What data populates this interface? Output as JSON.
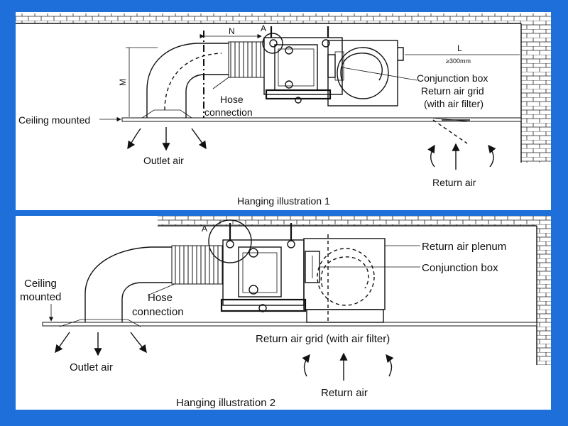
{
  "illustration1": {
    "caption": "Hanging illustration 1",
    "labels": {
      "ceiling_mounted": "Ceiling mounted",
      "outlet_air": "Outlet air",
      "hose_connection_1": "Hose",
      "hose_connection_2": "connection",
      "conjunction_box": "Conjunction box",
      "return_air_grid": "Return air grid",
      "air_filter": "(with air filter)",
      "return_air": "Return air",
      "dim_n": "N",
      "dim_a": "A",
      "dim_m": "M",
      "dim_l": "L",
      "dim_300": "≥300mm"
    }
  },
  "illustration2": {
    "caption": "Hanging illustration 2",
    "labels": {
      "ceiling_1": "Ceiling",
      "ceiling_2": "mounted",
      "outlet_air": "Outlet air",
      "hose_connection_1": "Hose",
      "hose_connection_2": "connection",
      "return_air_plenum": "Return air plenum",
      "conjunction_box": "Conjunction box",
      "return_air_grid": "Return air grid (with air filter)",
      "return_air": "Return air",
      "dim_a": "A"
    }
  },
  "colors": {
    "frame": "#1e6fd9",
    "line": "#111111",
    "background": "#ffffff"
  }
}
